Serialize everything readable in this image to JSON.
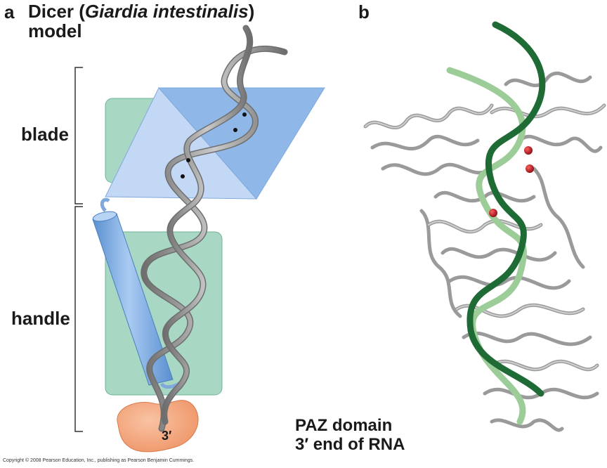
{
  "panel_a": {
    "letter": "a",
    "title_pre": "Dicer (",
    "title_species": "Giardia intestinalis",
    "title_post": ")",
    "title_line2": "model",
    "labels": {
      "blade": "blade",
      "handle": "handle",
      "three_prime": "3′"
    }
  },
  "panel_b": {
    "letter": "b",
    "caption_line1": "PAZ domain",
    "caption_line2": "3′ end of RNA"
  },
  "copyright": "Copyright © 2008 Pearson Education, Inc., publishing as Pearson Benjamin Cummings.",
  "colors": {
    "green_box": "#a8d8c4",
    "blue_plane": "#8fb8e8",
    "helix_gray": "#8a8a8a",
    "paz_orange": "#f4a47a",
    "rna_dark": "#1f6b35",
    "rna_light": "#9ccc98",
    "protein_gray": "#a8a8a8",
    "metal_red": "#b0121a"
  }
}
